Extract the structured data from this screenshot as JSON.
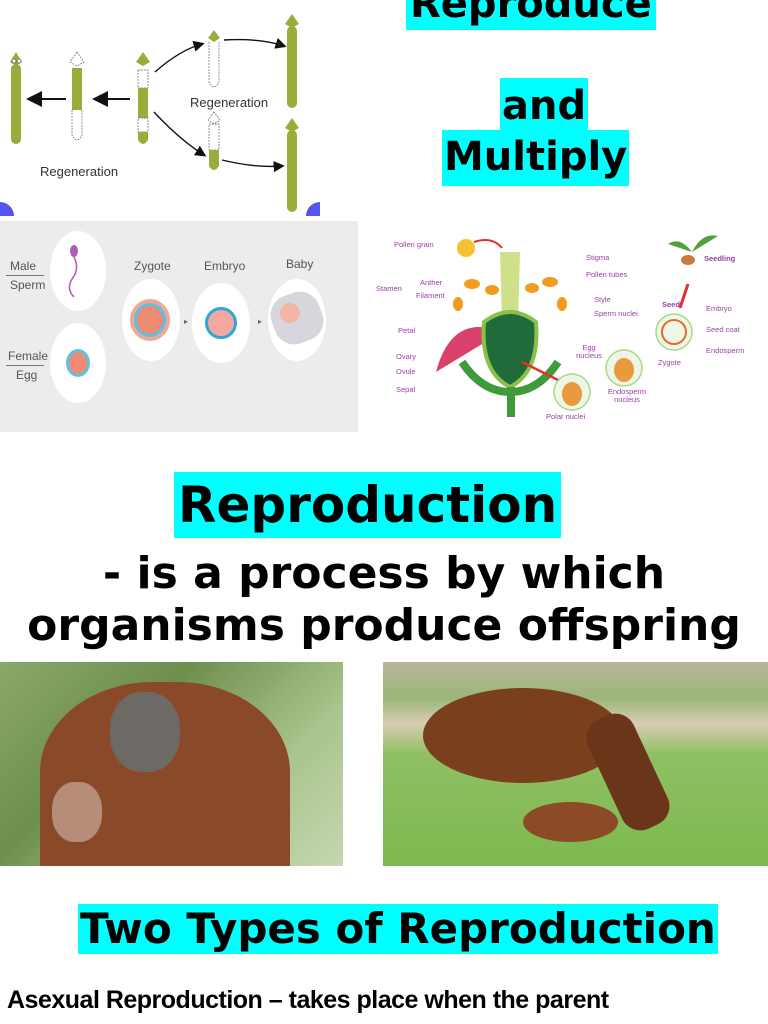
{
  "title": {
    "line1": "Reproduce",
    "line2": "and",
    "line3": "Multiply"
  },
  "planaria_figure": {
    "labels": [
      "Regeneration",
      "Regeneration"
    ]
  },
  "fertilization_figure": {
    "male_label": "Male",
    "sperm_label": "Sperm",
    "female_label": "Female",
    "egg_label": "Egg",
    "stages": [
      "Zygote",
      "Embryo",
      "Baby"
    ]
  },
  "flower_figure": {
    "labels": {
      "pollen_grain": "Pollen grain",
      "stamen": "Stamen",
      "anther": "Anther",
      "filament": "Filament",
      "petal": "Petal",
      "ovary": "Ovary",
      "ovule": "Ovule",
      "sepal": "Sepal",
      "stigma": "Stigma",
      "pollen_tubes": "Pollen tubes",
      "style": "Style",
      "sperm_nuclei": "Sperm nuclei",
      "egg_nucleus": "Egg nucleus",
      "polar_nuclei": "Polar nuclei",
      "endosperm_nucleus": "Endosperm nucleus",
      "zygote": "Zygote",
      "seed": "Seed",
      "embryo": "Embryo",
      "seed_coat": "Seed coat",
      "endosperm": "Endosperm",
      "seedling": "Seedling"
    }
  },
  "section": {
    "heading": "Reproduction",
    "definition": "- is a process by which organisms produce offspring"
  },
  "photos": {
    "left": "orangutan-mother-and-baby",
    "right": "horse-mare-and-foal"
  },
  "types_section": {
    "heading": "Two Types of Reproduction",
    "asexual_text": "Asexual Reproduction – takes place when the parent"
  },
  "colors": {
    "highlight": "#00ffff",
    "text": "#000000",
    "planaria_green": "#9aad3a",
    "flower_label": "#9b3fa8"
  }
}
